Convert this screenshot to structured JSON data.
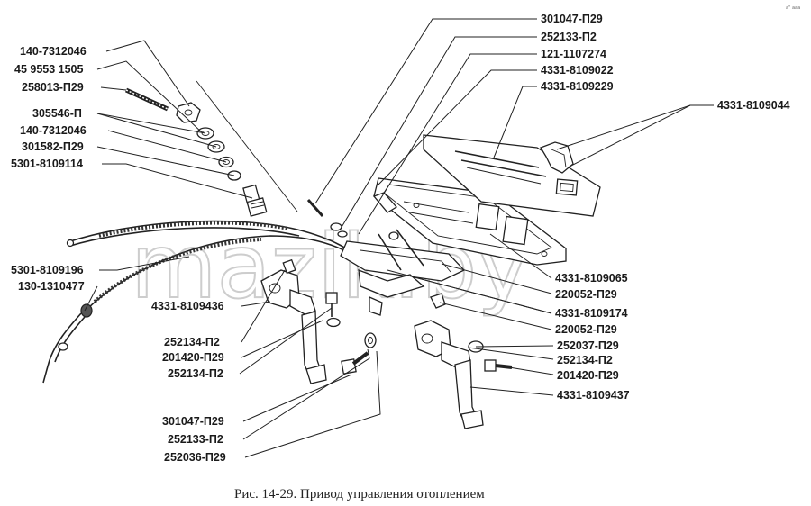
{
  "caption": "Рис. 14-29. Привод управления отоплением",
  "watermark": "mazik.by",
  "corner_mark": "a\" aaa",
  "labels_left": [
    "140-7312046",
    "45 9553 1505",
    "258013-П29",
    "305546-П",
    "140-7312046",
    "301582-П29",
    "5301-8109114",
    "5301-8109196",
    "130-1310477",
    "4331-8109436",
    "252134-П2",
    "201420-П29",
    "252134-П2"
  ],
  "labels_top": [
    "301047-П29",
    "252133-П2",
    "121-1107274",
    "4331-8109022",
    "4331-8109229"
  ],
  "labels_right": [
    "4331-8109044",
    "4331-8109065",
    "220052-П29",
    "4331-8109174",
    "220052-П29",
    "252037-П29",
    "252134-П2",
    "201420-П29",
    "4331-8109437"
  ],
  "labels_bottom": [
    "301047-П29",
    "252133-П2",
    "252036-П29"
  ]
}
